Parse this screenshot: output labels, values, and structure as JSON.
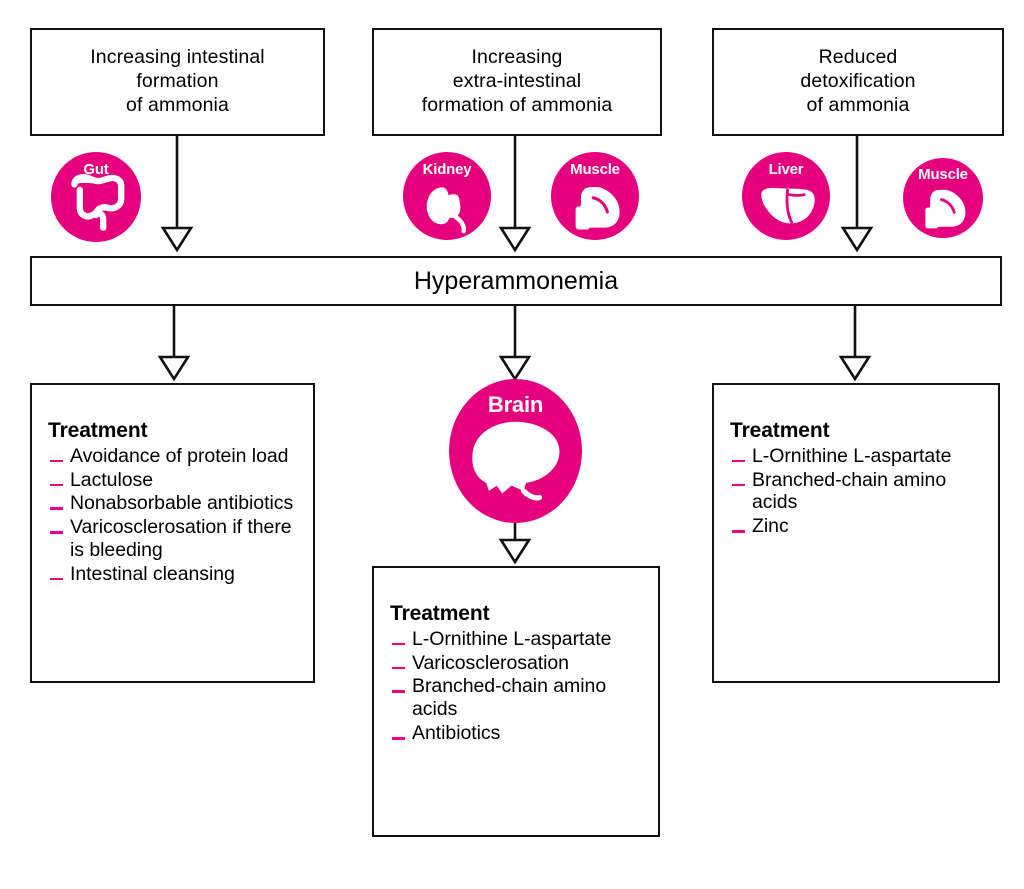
{
  "diagram": {
    "title": "Hyperammonemia pathophysiology and treatment flowchart",
    "accent_color": "#E5007D",
    "bullet_color": "#EC008C",
    "line_color": "#111111",
    "background": "#ffffff"
  },
  "causes": [
    {
      "id": "intestinal",
      "text": "Increasing intestinal\nformation\nof ammonia"
    },
    {
      "id": "extra-intestinal",
      "text": "Increasing\nextra-intestinal\nformation of ammonia"
    },
    {
      "id": "detoxification",
      "text": "Reduced\ndetoxification\nof ammonia"
    }
  ],
  "organs": [
    {
      "id": "gut",
      "label": "Gut",
      "icon": "intestine-icon"
    },
    {
      "id": "kidney",
      "label": "Kidney",
      "icon": "kidney-icon"
    },
    {
      "id": "muscle-1",
      "label": "Muscle",
      "icon": "flexed-bicep-icon"
    },
    {
      "id": "liver",
      "label": "Liver",
      "icon": "liver-icon"
    },
    {
      "id": "muscle-2",
      "label": "Muscle",
      "icon": "flexed-bicep-icon"
    },
    {
      "id": "brain",
      "label": "Brain",
      "icon": "brain-icon"
    }
  ],
  "central": {
    "label": "Hyperammonemia"
  },
  "treatments": [
    {
      "id": "gut-treatment",
      "title": "Treatment",
      "items": [
        "Avoidance of protein load",
        "Lactulose",
        "Nonabsorbable antibiotics",
        "Varicosclerosation if there is bleeding",
        "Intestinal cleansing"
      ]
    },
    {
      "id": "brain-treatment",
      "title": "Treatment",
      "items": [
        "L-Ornithine L-aspartate",
        "Varicosclerosation",
        "Branched-chain amino acids",
        "Antibiotics"
      ]
    },
    {
      "id": "liver-treatment",
      "title": "Treatment",
      "items": [
        "L-Ornithine L-aspartate",
        "Branched-chain amino acids",
        "Zinc"
      ]
    }
  ]
}
